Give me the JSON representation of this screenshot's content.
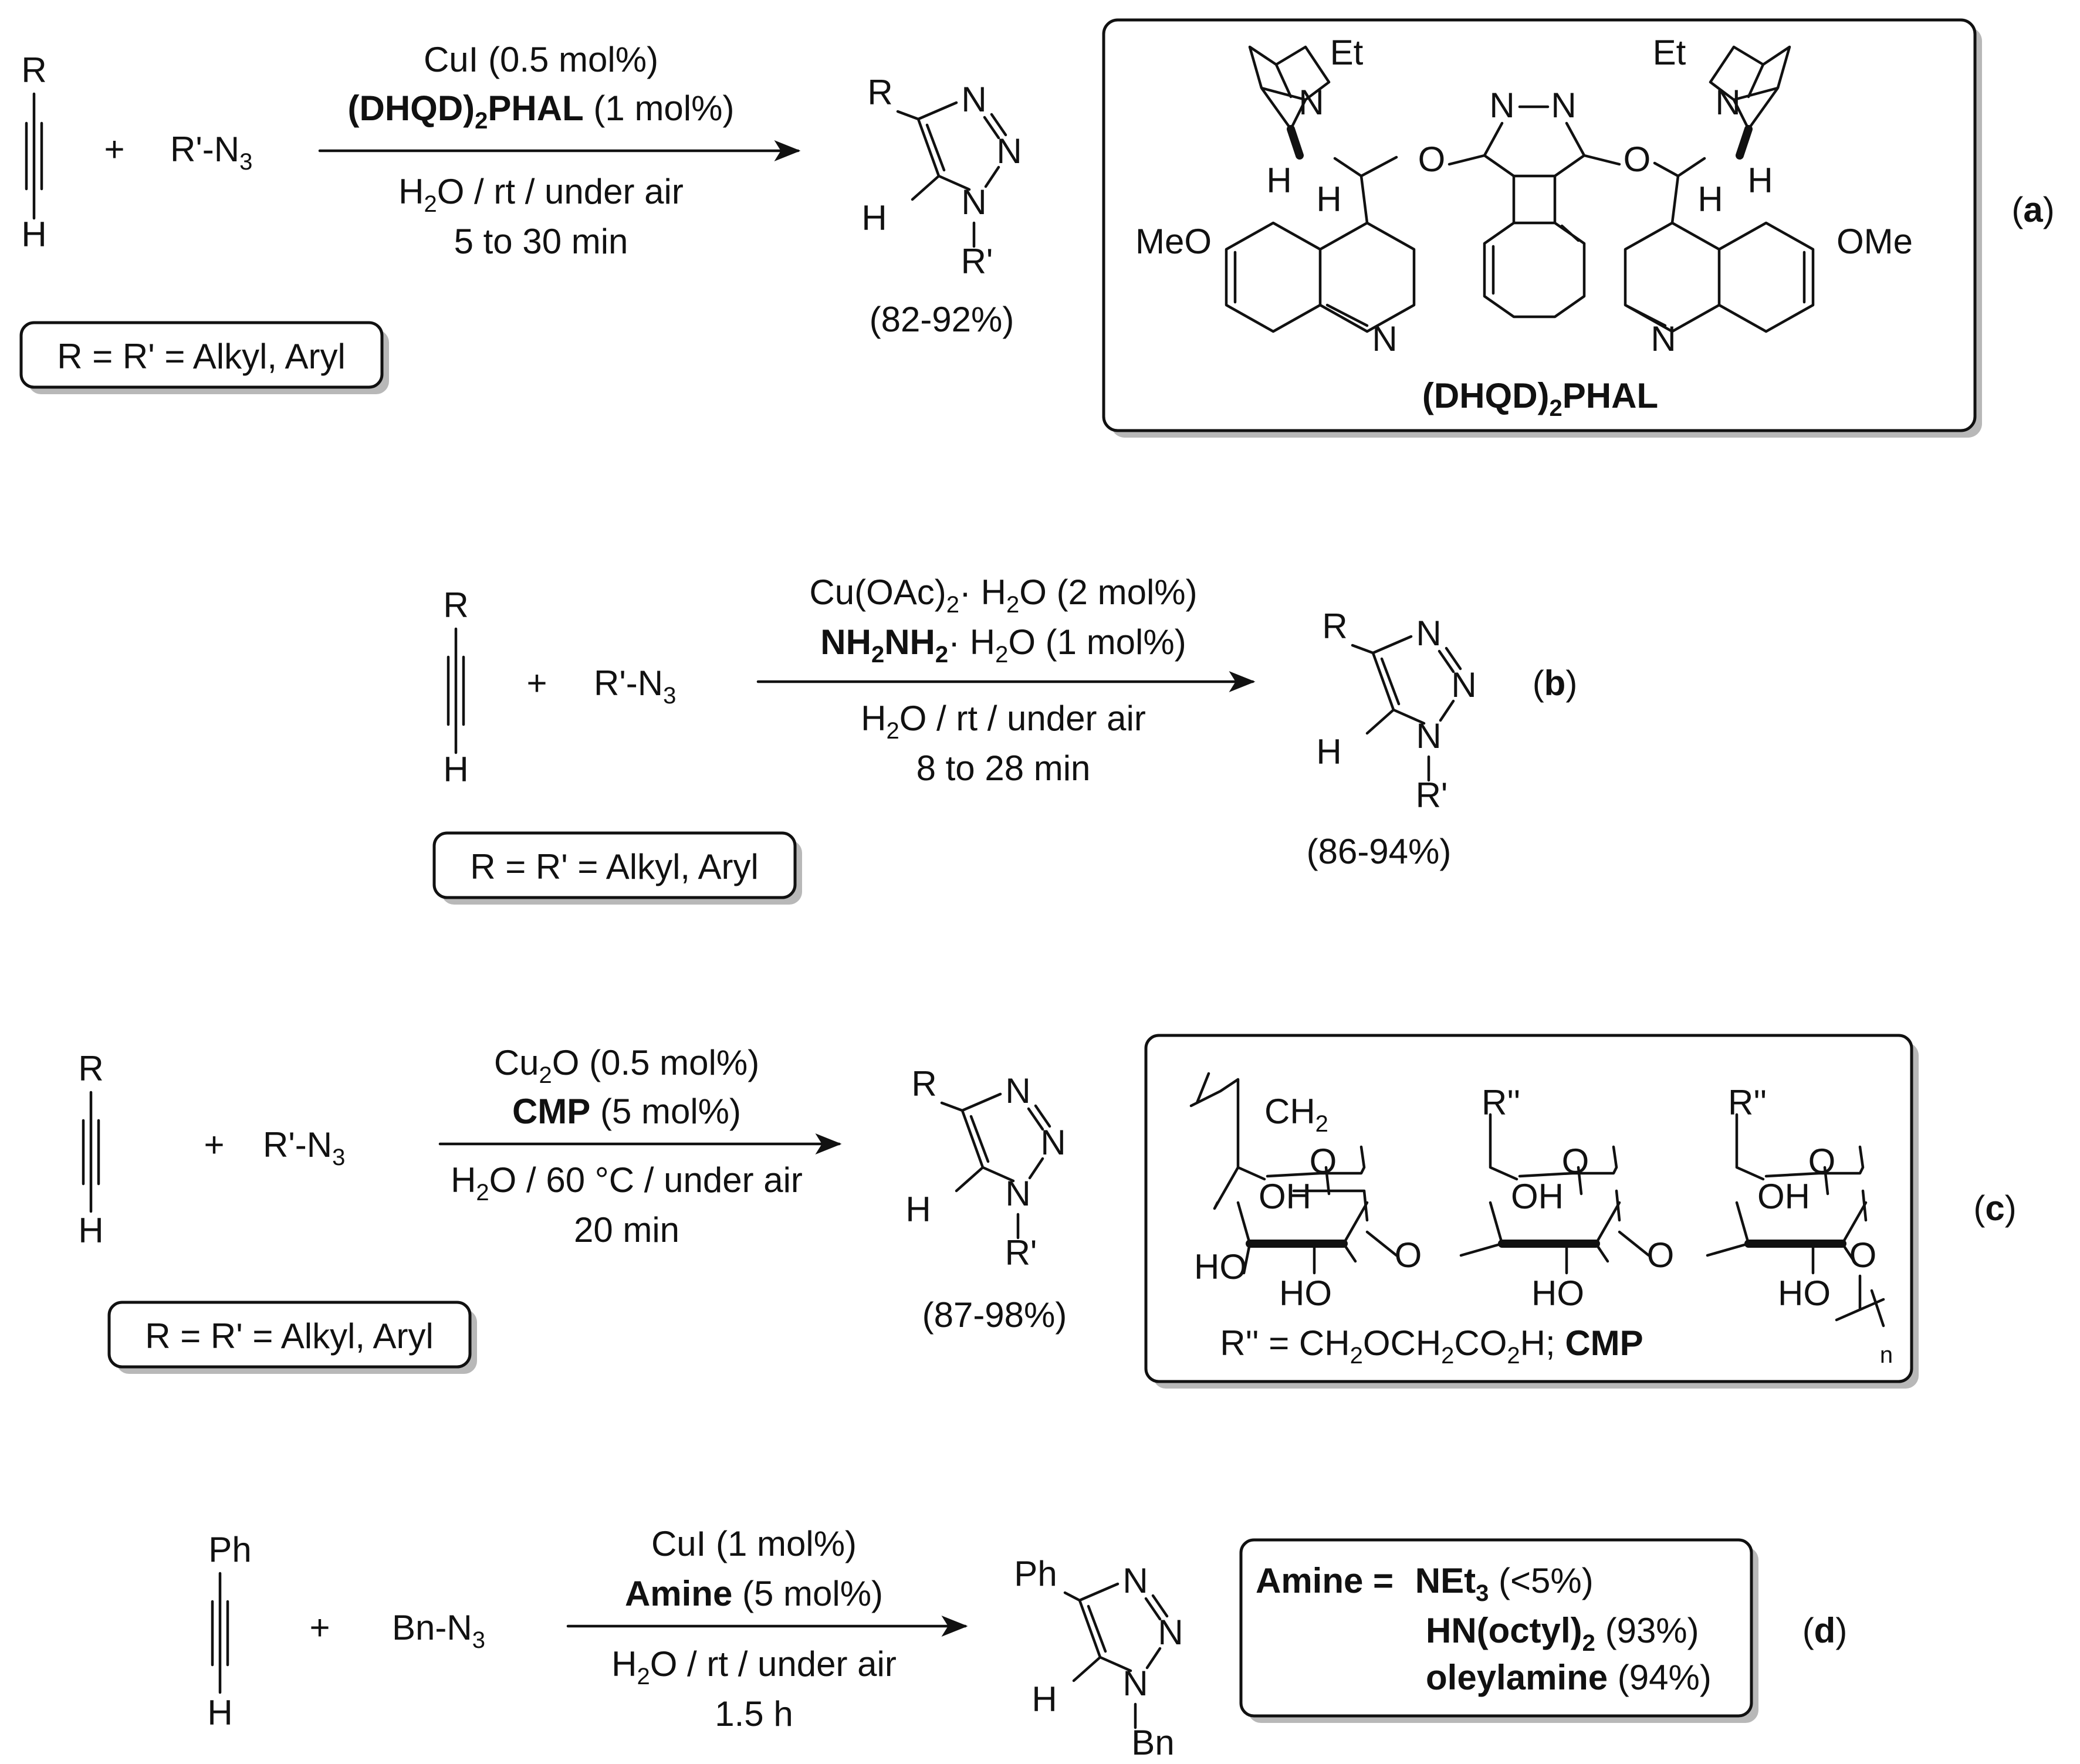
{
  "panel_a": {
    "alkyne_top": "R",
    "alkyne_bottom": "H",
    "plus": "+",
    "azide": "R'-N",
    "azide_sub": "3",
    "cond1": "CuI (0.5 mol%)",
    "cond2_main": "(DHQD)",
    "cond2_sub": "2",
    "cond2_after": "PHAL",
    "cond2_tail": " (1 mol%)",
    "cond3_pre": "H",
    "cond3_sub": "2",
    "cond3_post": "O / rt / under air",
    "cond4": "5 to 30 min",
    "scope": "R = R' = Alkyl, Aryl",
    "prod_R": "R",
    "prod_N": "N",
    "prod_H": "H",
    "prod_Rp": "R'",
    "yield": "(82-92%)",
    "tag_open": "(",
    "tag_letter": "a",
    "tag_close": ")",
    "ligand": {
      "et": "Et",
      "n": "N",
      "o": "O",
      "h": "H",
      "meo": "MeO",
      "ome": "OMe",
      "name_main": "(DHQD)",
      "name_sub": "2",
      "name_after": "PHAL"
    }
  },
  "panel_b": {
    "alkyne_top": "R",
    "alkyne_bottom": "H",
    "plus": "+",
    "azide": "R'-N",
    "azide_sub": "3",
    "cond1_a": "Cu(OAc)",
    "cond1_sub": "2",
    "cond1_b": "· H",
    "cond1_sub2": "2",
    "cond1_c": "O (2 mol%)",
    "cond2_a": "NH",
    "cond2_sub1": "2",
    "cond2_b": "NH",
    "cond2_sub2": "2",
    "cond2_c": "· H",
    "cond2_sub3": "2",
    "cond2_d": "O (1 mol%)",
    "cond3_pre": "H",
    "cond3_sub": "2",
    "cond3_post": "O / rt / under air",
    "cond4": "8 to 28 min",
    "scope": "R = R' = Alkyl, Aryl",
    "prod_R": "R",
    "prod_N": "N",
    "prod_H": "H",
    "prod_Rp": "R'",
    "yield": "(86-94%)",
    "tag_open": "(",
    "tag_letter": "b",
    "tag_close": ")"
  },
  "panel_c": {
    "alkyne_top": "R",
    "alkyne_bottom": "H",
    "plus": "+",
    "azide": "R'-N",
    "azide_sub": "3",
    "cond1_pre": "Cu",
    "cond1_sub": "2",
    "cond1_post": "O (0.5 mol%)",
    "cond2_bold": "CMP",
    "cond2_tail": " (5 mol%)",
    "cond3_pre": "H",
    "cond3_sub": "2",
    "cond3_post": "O / 60 °C / under air",
    "cond4": "20 min",
    "scope": "R = R' = Alkyl, Aryl",
    "prod_R": "R",
    "prod_N": "N",
    "prod_H": "H",
    "prod_Rp": "R'",
    "yield": "(87-98%)",
    "tag_open": "(",
    "tag_letter": "c",
    "tag_close": ")",
    "polymer": {
      "ch": "CH",
      "ch_sub": "2",
      "rpp": "R''",
      "o": "O",
      "oh": "OH",
      "ho": "HO",
      "n": "n",
      "def_a": "R'' = CH",
      "def_s1": "2",
      "def_b": "OCH",
      "def_s2": "2",
      "def_c": "CO",
      "def_s3": "2",
      "def_d": "H; ",
      "def_bold": "CMP"
    }
  },
  "panel_d": {
    "alkyne_top": "Ph",
    "alkyne_bottom": "H",
    "plus": "+",
    "azide": "Bn-N",
    "azide_sub": "3",
    "cond1": "CuI (1 mol%)",
    "cond2_bold": "Amine",
    "cond2_tail": " (5 mol%)",
    "cond3_pre": "H",
    "cond3_sub": "2",
    "cond3_post": "O / rt / under air",
    "cond4": "1.5 h",
    "prod_R": "Ph",
    "prod_N": "N",
    "prod_H": "H",
    "prod_Rp": "Bn",
    "amine_label": "Amine = ",
    "amine1_bold": "NEt",
    "amine1_sub": "3",
    "amine1_tail": " (<5%)",
    "amine2_bold": "HN(octyl)",
    "amine2_sub": "2",
    "amine2_tail": " (93%)",
    "amine3_bold": "oleylamine",
    "amine3_tail": " (94%)",
    "tag_open": "(",
    "tag_letter": "d",
    "tag_close": ")"
  }
}
